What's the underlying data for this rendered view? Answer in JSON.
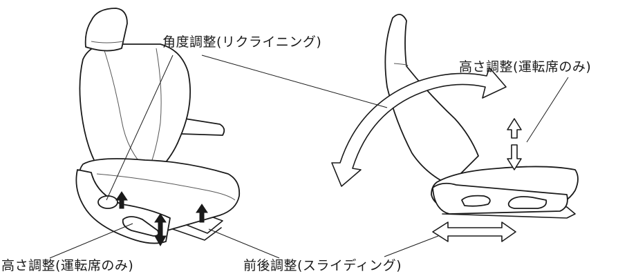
{
  "labels": {
    "recline": "角度調整(リクライニング)",
    "height_right": "高さ調整(運転席のみ)",
    "height_left": "高さ調整(運転席のみ)",
    "slide": "前後調整(スライディング)"
  }
}
